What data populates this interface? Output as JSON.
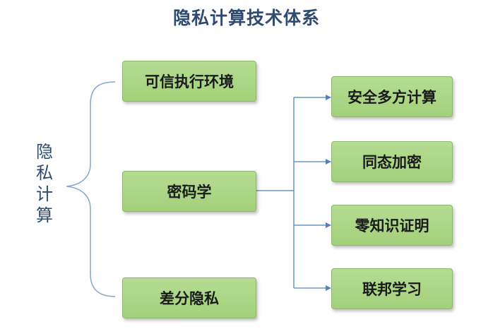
{
  "title": "隐私计算技术体系",
  "root": {
    "chars": [
      "隐",
      "私",
      "计",
      "算"
    ]
  },
  "level1": [
    {
      "label": "可信执行环境"
    },
    {
      "label": "密码学"
    },
    {
      "label": "差分隐私"
    }
  ],
  "level2": [
    {
      "label": "安全多方计算"
    },
    {
      "label": "同态加密"
    },
    {
      "label": "零知识证明"
    },
    {
      "label": "联邦学习"
    }
  ],
  "colors": {
    "title": "#2E4A6E",
    "box_fill": "#a9d18e",
    "box_border": "#8bb868",
    "brace": "#8aa9cc",
    "arrow": "#4f81bd"
  }
}
